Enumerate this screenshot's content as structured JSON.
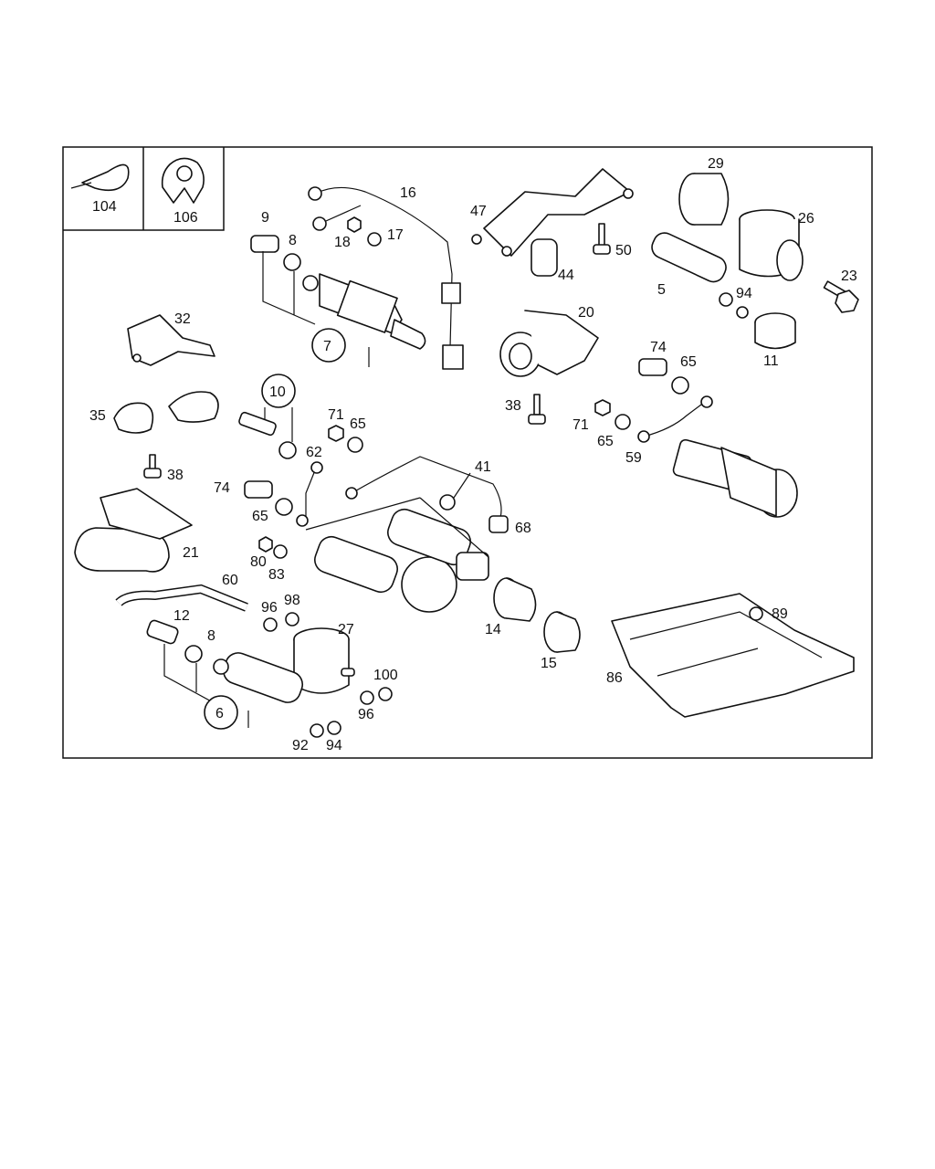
{
  "diagram": {
    "inset_labels": [
      "104",
      "106"
    ],
    "callouts": [
      {
        "id": "c7",
        "text": "7"
      },
      {
        "id": "c10",
        "text": "10"
      },
      {
        "id": "c6",
        "text": "6"
      }
    ],
    "labels": {
      "l9": "9",
      "l8a": "8",
      "l16": "16",
      "l18": "18",
      "l17": "17",
      "l47": "47",
      "l44": "44",
      "l50": "50",
      "l29": "29",
      "l26": "26",
      "l23": "23",
      "l5": "5",
      "l94a": "94",
      "l11": "11",
      "l32": "32",
      "l20": "20",
      "l35": "35",
      "l38a": "38",
      "l74a": "74",
      "l65a": "65",
      "l71a": "71",
      "l65b": "65",
      "l59": "59",
      "l38b": "38",
      "l71b": "71",
      "l65c": "65",
      "l62": "62",
      "l41": "41",
      "l74b": "74",
      "l65d": "65",
      "l68": "68",
      "l21": "21",
      "l80": "80",
      "l83": "83",
      "l60": "60",
      "l12": "12",
      "l8b": "8",
      "l96a": "96",
      "l98": "98",
      "l27": "27",
      "l14": "14",
      "l15": "15",
      "l86": "86",
      "l89": "89",
      "l100": "100",
      "l96b": "96",
      "l92": "92",
      "l94b": "94"
    }
  }
}
